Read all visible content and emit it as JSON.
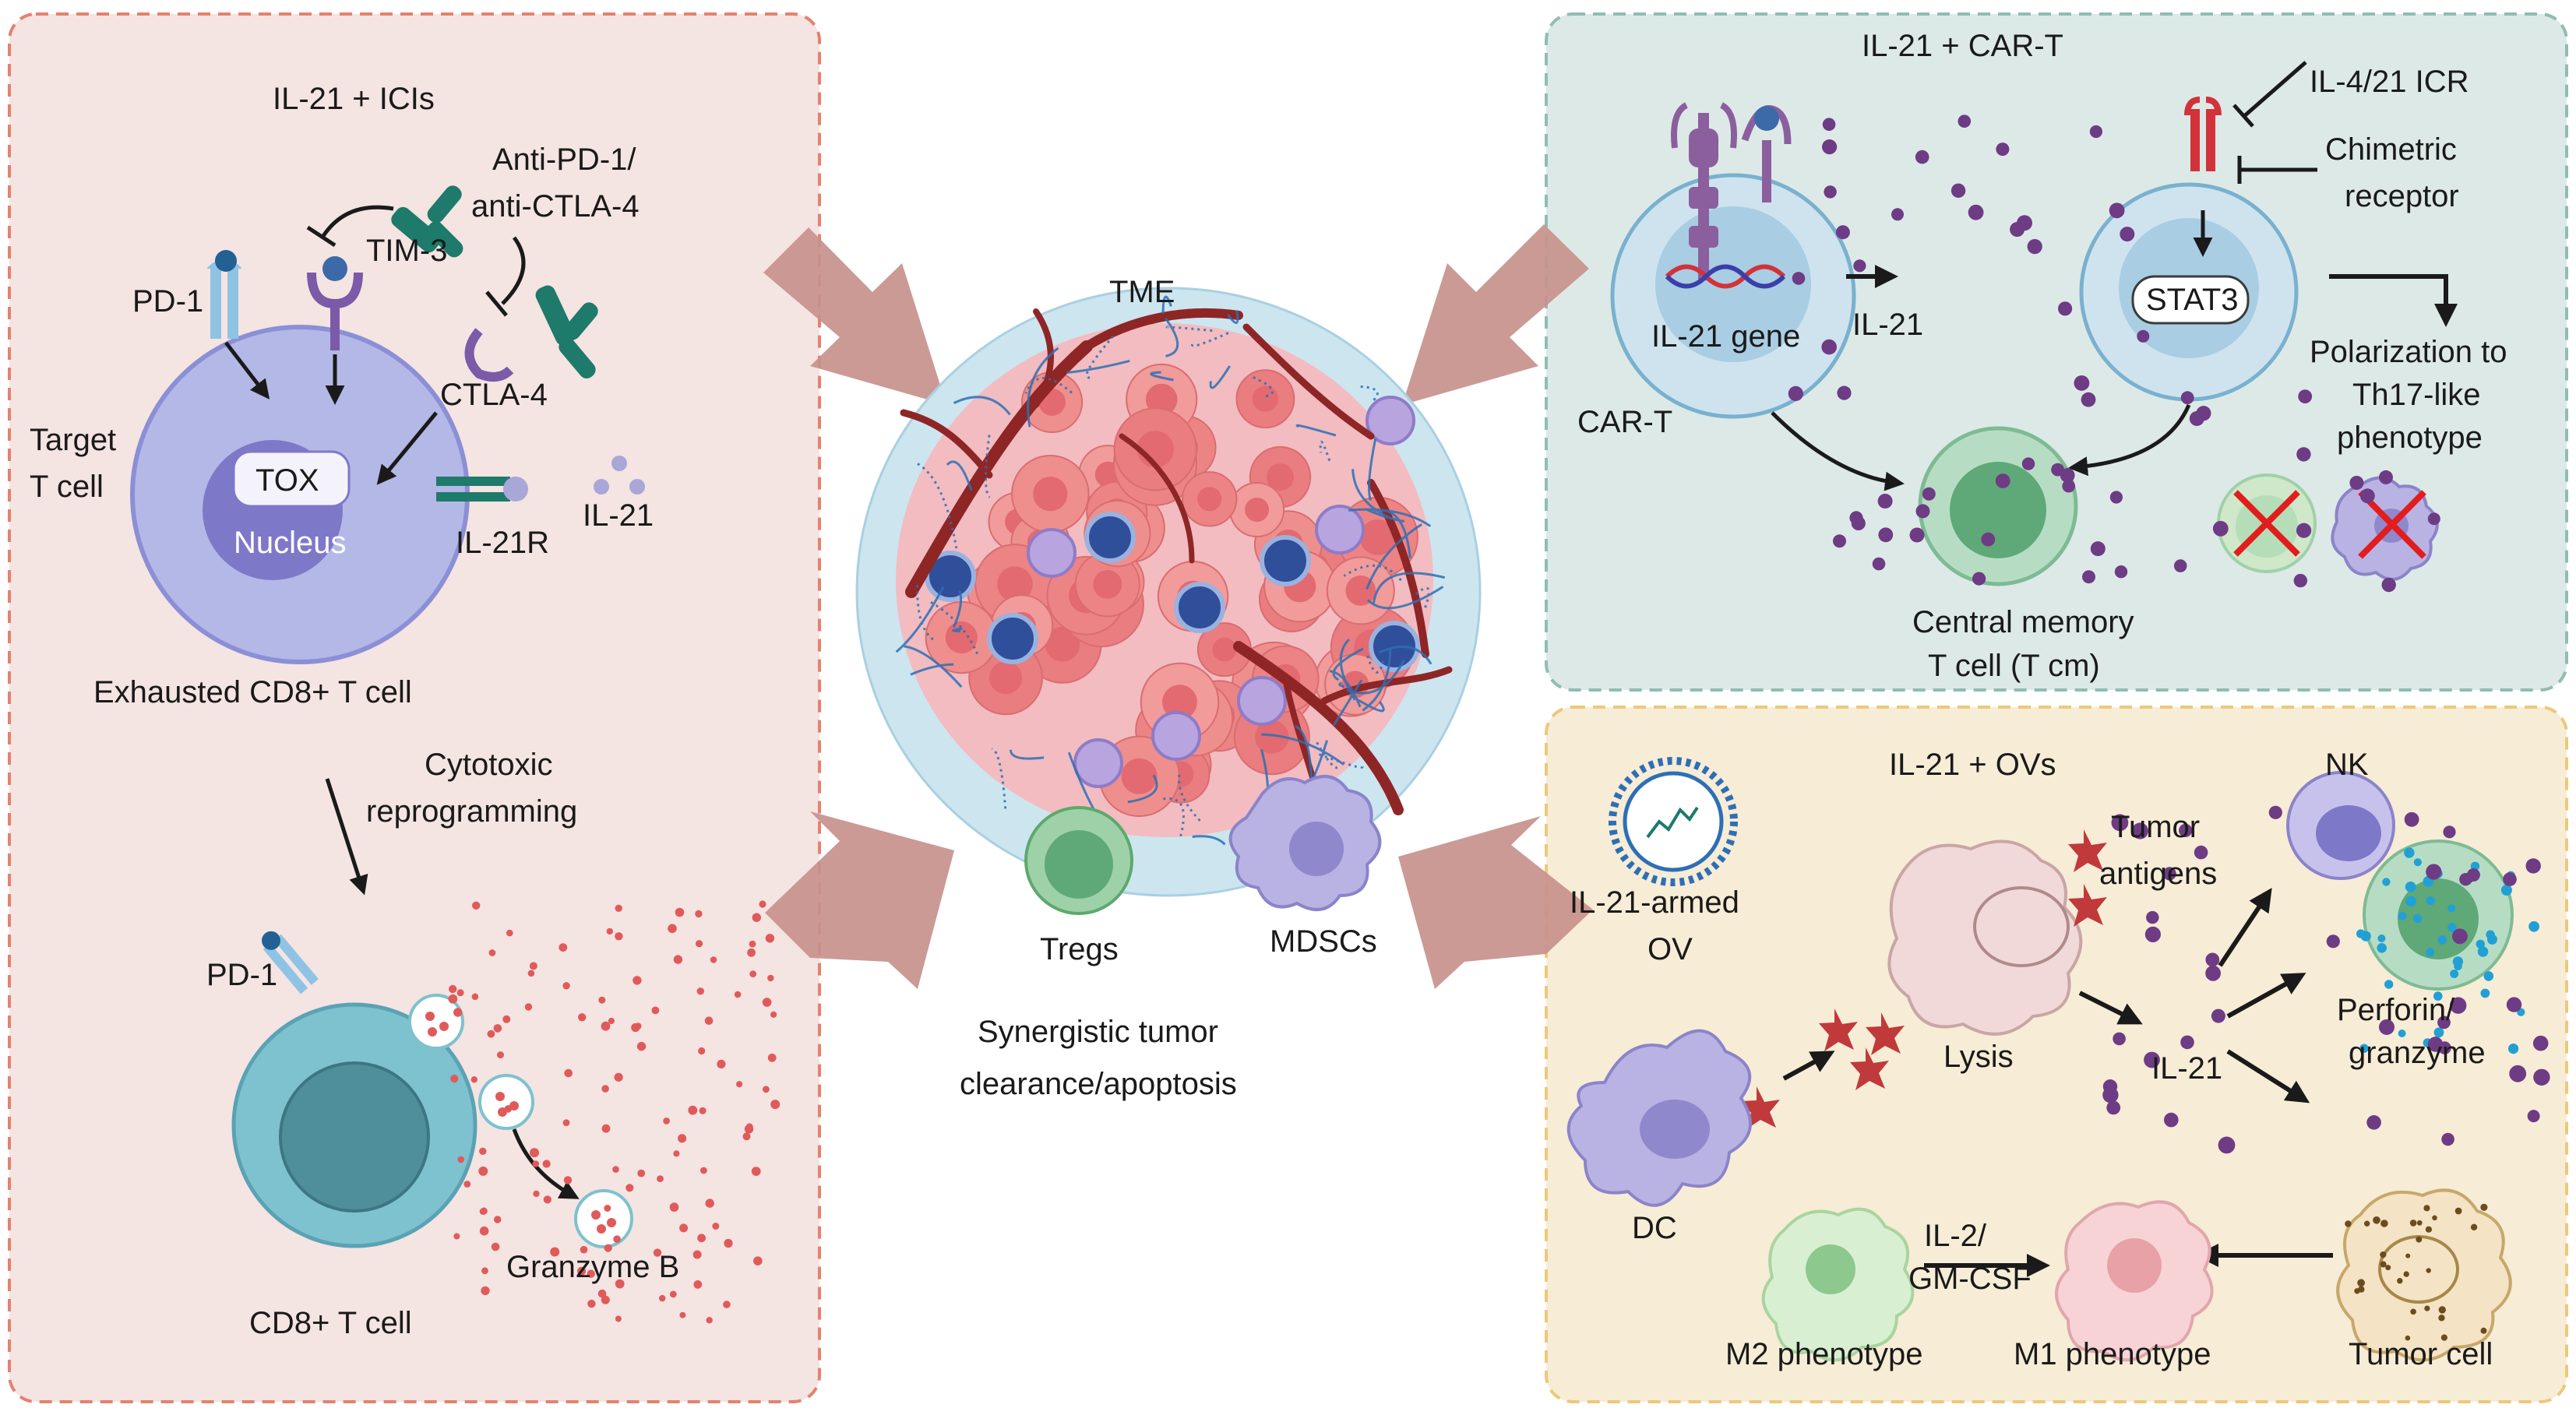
{
  "colors": {
    "panel_left_bg": "#f4e4e2",
    "panel_left_border": "#e3826f",
    "panel_tr_bg": "#dde9e6",
    "panel_tr_border": "#8fbdb2",
    "panel_br_bg": "#f7ecd6",
    "panel_br_border": "#ebc97b",
    "arrow_fill": "#c7918c",
    "il21_dot": "#6e3b85",
    "tumor_cell": "#ef8f8d",
    "vessel": "#8e2626",
    "cd8_cell": "#7ec1cf",
    "granule": "#e05a5a"
  },
  "panel_left": {
    "title": "IL-21 + ICIs",
    "antibody_label_1": "Anti-PD-1/",
    "antibody_label_2": "anti-CTLA-4",
    "pd1_top": "PD-1",
    "tim3": "TIM-3",
    "ctla4": "CTLA-4",
    "target_1": "Target",
    "target_2": "T cell",
    "tox": "TOX",
    "nucleus": "Nucleus",
    "il21r": "IL-21R",
    "il21": "IL-21",
    "exhausted": "Exhausted CD8+ T cell",
    "reprog_1": "Cytotoxic",
    "reprog_2": "reprogramming",
    "pd1_bottom": "PD-1",
    "granzyme": "Granzyme B",
    "cd8": "CD8+ T cell"
  },
  "center": {
    "tme": "TME",
    "tregs": "Tregs",
    "mdscs": "MDSCs",
    "synergy_1": "Synergistic tumor",
    "synergy_2": "clearance/apoptosis"
  },
  "panel_tr": {
    "title": "IL-21 + CAR-T",
    "icr": "IL-4/21 ICR",
    "chim_1": "Chimetric",
    "chim_2": "receptor",
    "gene": "IL-21 gene",
    "il21": "IL-21",
    "stat3": "STAT3",
    "polar_1": "Polarization to",
    "polar_2": "Th17-like",
    "polar_3": "phenotype",
    "cart": "CAR-T",
    "tcm_1": "Central memory",
    "tcm_2": "T cell (T cm)"
  },
  "panel_br": {
    "title": "IL-21 + OVs",
    "ov_1": "IL-21-armed",
    "ov_2": "OV",
    "antigen_1": "Tumor",
    "antigen_2": "antigens",
    "nk": "NK",
    "lysis": "Lysis",
    "il21": "IL-21",
    "perf_1": "Perforin/",
    "perf_2": "granzyme",
    "dc": "DC",
    "cyto_1": "IL-2/",
    "cyto_2": "GM-CSF",
    "m2": "M2 phenotype",
    "m1": "M1 phenotype",
    "tumor": "Tumor cell"
  }
}
